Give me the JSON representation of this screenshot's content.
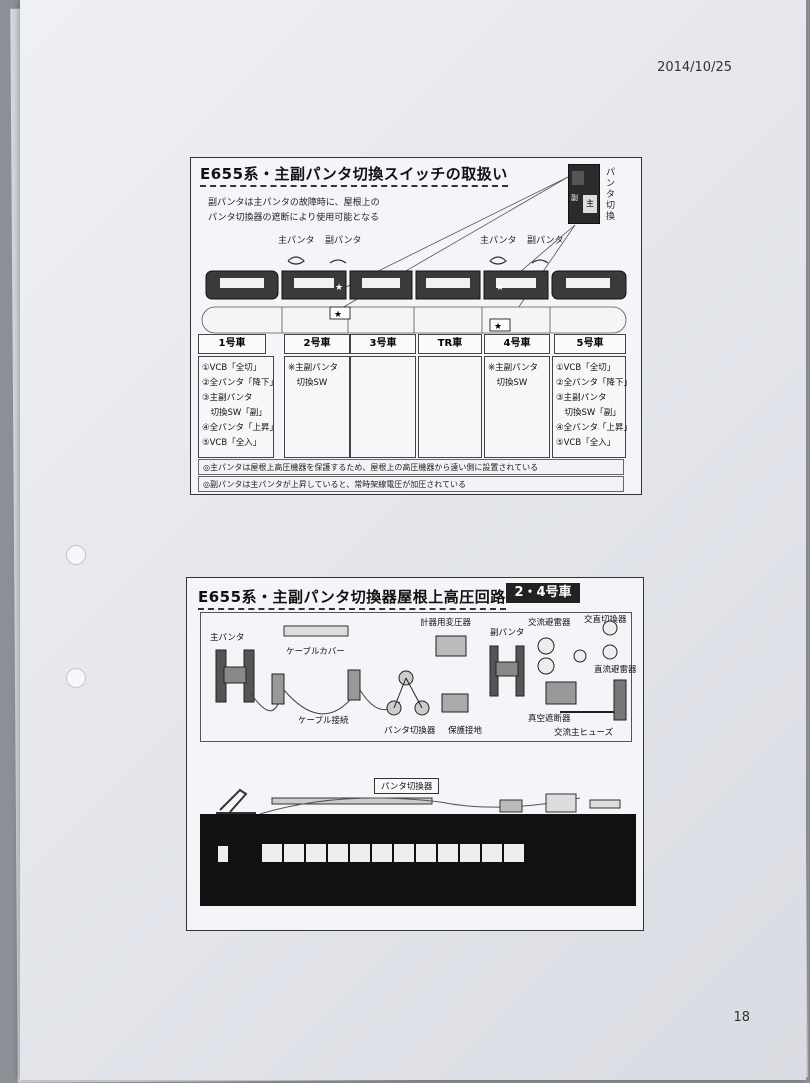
{
  "page": {
    "date": "2014/10/25",
    "page_number": "18"
  },
  "panel1": {
    "title": "E655系・主副パンタ切換スイッチの取扱い",
    "intro_line1": "副パンタは主パンタの故障時に、屋根上の",
    "intro_line2": "パンタ切換器の遮断により使用可能となる",
    "switch_label_left": "主",
    "switch_label_right": "副",
    "switch_callout_1": "パン",
    "switch_callout_2": "タ切",
    "switch_callout_3": "換",
    "pantograph_labels": {
      "main_a": "主パンタ",
      "sub_a": "副パンタ",
      "main_b": "主パンタ",
      "sub_b": "副パンタ"
    },
    "cars": [
      "1号車",
      "2号車",
      "3号車",
      "TR車",
      "4号車",
      "5号車"
    ],
    "car1_steps": [
      "①VCB「全切」",
      "②全パンタ「降下」",
      "③主副パンタ",
      "　切換SW「副」",
      "④全パンタ「上昇」",
      "⑤VCB「全入」"
    ],
    "car2_steps": [
      "※主副パンタ",
      "　切換SW"
    ],
    "car4_steps": [
      "※主副パンタ",
      "　切換SW"
    ],
    "car5_steps": [
      "①VCB「全切」",
      "②全パンタ「降下」",
      "③主副パンタ",
      "　切換SW「副」",
      "④全パンタ「上昇」",
      "⑤VCB「全入」"
    ],
    "note1": "◎主パンタは屋根上高圧機器を保護するため、屋根上の高圧機器から遠い側に設置されている",
    "note2": "◎副パンタは主パンタが上昇していると、常時架線電圧が加圧されている"
  },
  "panel2": {
    "title": "E655系・主副パンタ切換器屋根上高圧回路",
    "badge": "2・4号車",
    "labels": {
      "main_panta": "主パンタ",
      "cable_cover": "ケーブルカバー",
      "cable_connection": "ケーブル接続",
      "panta_switch": "パンタ切換器",
      "protective_ground": "保護接地",
      "instrument_transformer": "計器用変圧器",
      "sub_panta": "副パンタ",
      "ac_arrester": "交流避雷器",
      "ac_dc_switch": "交直切換器",
      "dc_arrester": "直流避雷器",
      "vacuum_breaker": "真空遮断器",
      "ac_main_fuse": "交流主ヒューズ",
      "side_callout": "パンタ切換器"
    }
  },
  "colors": {
    "car_body": "#3a3a3a",
    "car_side_dark": "#1a1a1a",
    "window": "#f2f2f2"
  }
}
